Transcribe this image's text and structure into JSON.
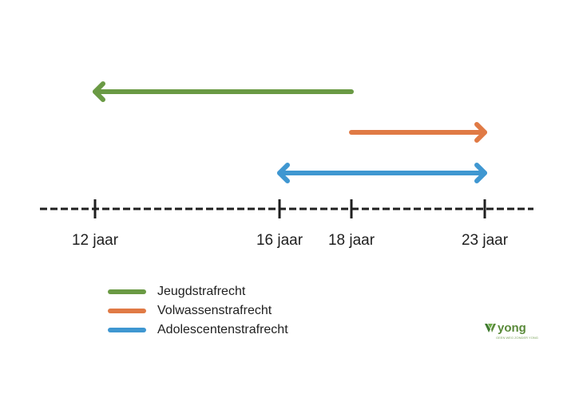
{
  "timeline": {
    "ticks": [
      {
        "age": 12,
        "label": "12 jaar"
      },
      {
        "age": 16,
        "label": "16 jaar"
      },
      {
        "age": 18,
        "label": "18 jaar"
      },
      {
        "age": 23,
        "label": "23 jaar"
      }
    ],
    "ranges": [
      {
        "name": "Jeugdstrafrecht",
        "from": 18,
        "to": 12,
        "arrow_start": false,
        "arrow_end": true,
        "color": "#6a9a44"
      },
      {
        "name": "Volwassenstrafrecht",
        "from": 18,
        "to": 23,
        "arrow_start": false,
        "arrow_end": true,
        "color": "#e07a45"
      },
      {
        "name": "Adolescentenstrafrecht",
        "from": 16,
        "to": 23,
        "arrow_start": true,
        "arrow_end": true,
        "color": "#3f97d1"
      }
    ]
  },
  "legend": {
    "items": [
      {
        "label": "Jeugdstrafrecht",
        "color": "#6a9a44"
      },
      {
        "label": "Volwassenstrafrecht",
        "color": "#e07a45"
      },
      {
        "label": "Adolescentenstrafrecht",
        "color": "#3f97d1"
      }
    ]
  },
  "logo": {
    "word": "yong",
    "tagline": "GEEN WEG ZONDER YONG",
    "icon": "diamond-leaf-icon",
    "color": "#5a8a3a"
  }
}
